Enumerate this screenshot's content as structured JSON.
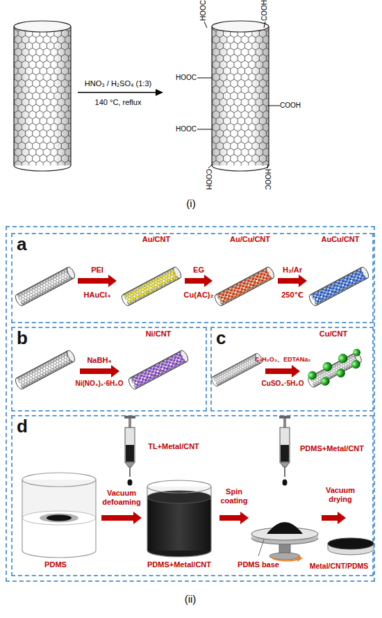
{
  "diagram": {
    "nodes": [
      {
        "text": [
          "(ii)"
        ]
      },
      {
        "text": [
          "a"
        ],
        "in": 0
      },
      {
        "text": [
          "b"
        ],
        "in": 0
      },
      {
        "text": [
          "c"
        ],
        "in": 0
      },
      {
        "text": [
          "d"
        ],
        "in": 0
      }
    ],
    "labels": [
      "HNO₃ / H₂SO₄ (1:3)",
      "140 °C, reflux",
      "HOOC",
      "COOH",
      "HOOC",
      "COOH",
      "HOOC",
      "COOH",
      "HOOC",
      "(i)",
      "Au/CNT",
      "Au/Cu/CNT",
      "AuCu/CNT",
      "PEI",
      "HAuCl₄",
      "EG",
      "Cu(AC)₂",
      "H₂/Ar",
      "250℃",
      "Ni/CNT",
      "NaBH₄",
      "Ni(NO₃)₂·6H₂O",
      "Cu/CNT",
      "C₂H₂O₃、EDTANa₂",
      "CuSO₄·5H₂O",
      "TL+Metal/CNT",
      "PDMS",
      "Vacuum defoaming",
      "PDMS+Metal/CNT",
      "Spin coating",
      "PDMS+Metal/CNT",
      "PDMS base",
      "Vacuum drying",
      "Metal/CNT/PDMS"
    ]
  }
}
